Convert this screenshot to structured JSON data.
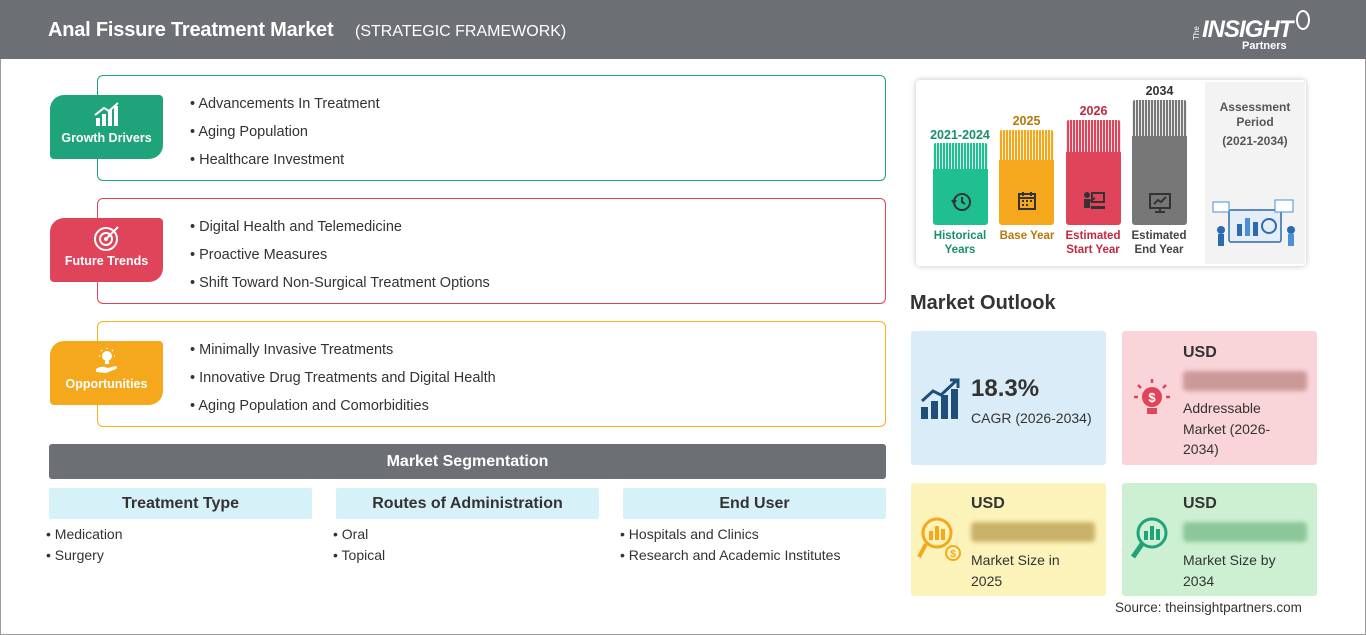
{
  "header": {
    "title": "Anal Fissure Treatment Market",
    "subtitle": "(STRATEGIC FRAMEWORK)",
    "logo": {
      "the": "The",
      "insight": "INSIGHT",
      "partners": "Partners"
    }
  },
  "framework": [
    {
      "label": "Growth Drivers",
      "color": "#1fa37b",
      "icon": "bar-chart-growth-icon",
      "items": [
        "Advancements In Treatment",
        "Aging Population",
        "Healthcare Investment"
      ]
    },
    {
      "label": "Future Trends",
      "color": "#e0445a",
      "icon": "target-icon",
      "items": [
        "Digital Health and Telemedicine",
        "Proactive Measures",
        "Shift Toward Non-Surgical Treatment Options"
      ]
    },
    {
      "label": "Opportunities",
      "color": "#f5a81c",
      "icon": "lightbulb-hand-icon",
      "items": [
        "Minimally Invasive Treatments",
        "Innovative Drug Treatments and Digital Health",
        "Aging Population and Comorbidities"
      ]
    }
  ],
  "segmentation": {
    "title": "Market Segmentation",
    "groups": [
      {
        "heading": "Treatment Type",
        "items": [
          "Medication",
          "Surgery"
        ]
      },
      {
        "heading": "Routes of Administration",
        "items": [
          "Oral",
          "Topical"
        ]
      },
      {
        "heading": "End User",
        "items": [
          "Hospitals and Clinics",
          "Research and Academic Institutes"
        ]
      }
    ]
  },
  "timeline": {
    "columns": [
      {
        "year": "2021-2024",
        "label": "Historical Years",
        "color": "#1fbf91",
        "icon": "history-icon"
      },
      {
        "year": "2025",
        "label": "Base Year",
        "color": "#f5a81c",
        "icon": "calendar-icon"
      },
      {
        "year": "2026",
        "label": "Estimated Start Year",
        "color": "#e0445a",
        "icon": "presentation-icon"
      },
      {
        "year": "2034",
        "label": "Estimated End Year",
        "color": "#777777",
        "icon": "monitor-chart-icon"
      }
    ],
    "assessment": {
      "title": "Assessment Period",
      "period": "(2021-2034)"
    }
  },
  "outlook": {
    "title": "Market Outlook",
    "cagr": {
      "value": "18.3%",
      "label": "CAGR (2026-2034)"
    },
    "addressable": {
      "currency": "USD",
      "value": "lorem ipsum",
      "label": "Addressable Market (2026-2034)"
    },
    "size_2025": {
      "currency": "USD",
      "value": "lorem ipsum",
      "label": "Market Size in 2025"
    },
    "size_2034": {
      "currency": "USD",
      "value": "lorem ipsum",
      "label": "Market Size by 2034"
    }
  },
  "source": "Source: theinsightpartners.com"
}
